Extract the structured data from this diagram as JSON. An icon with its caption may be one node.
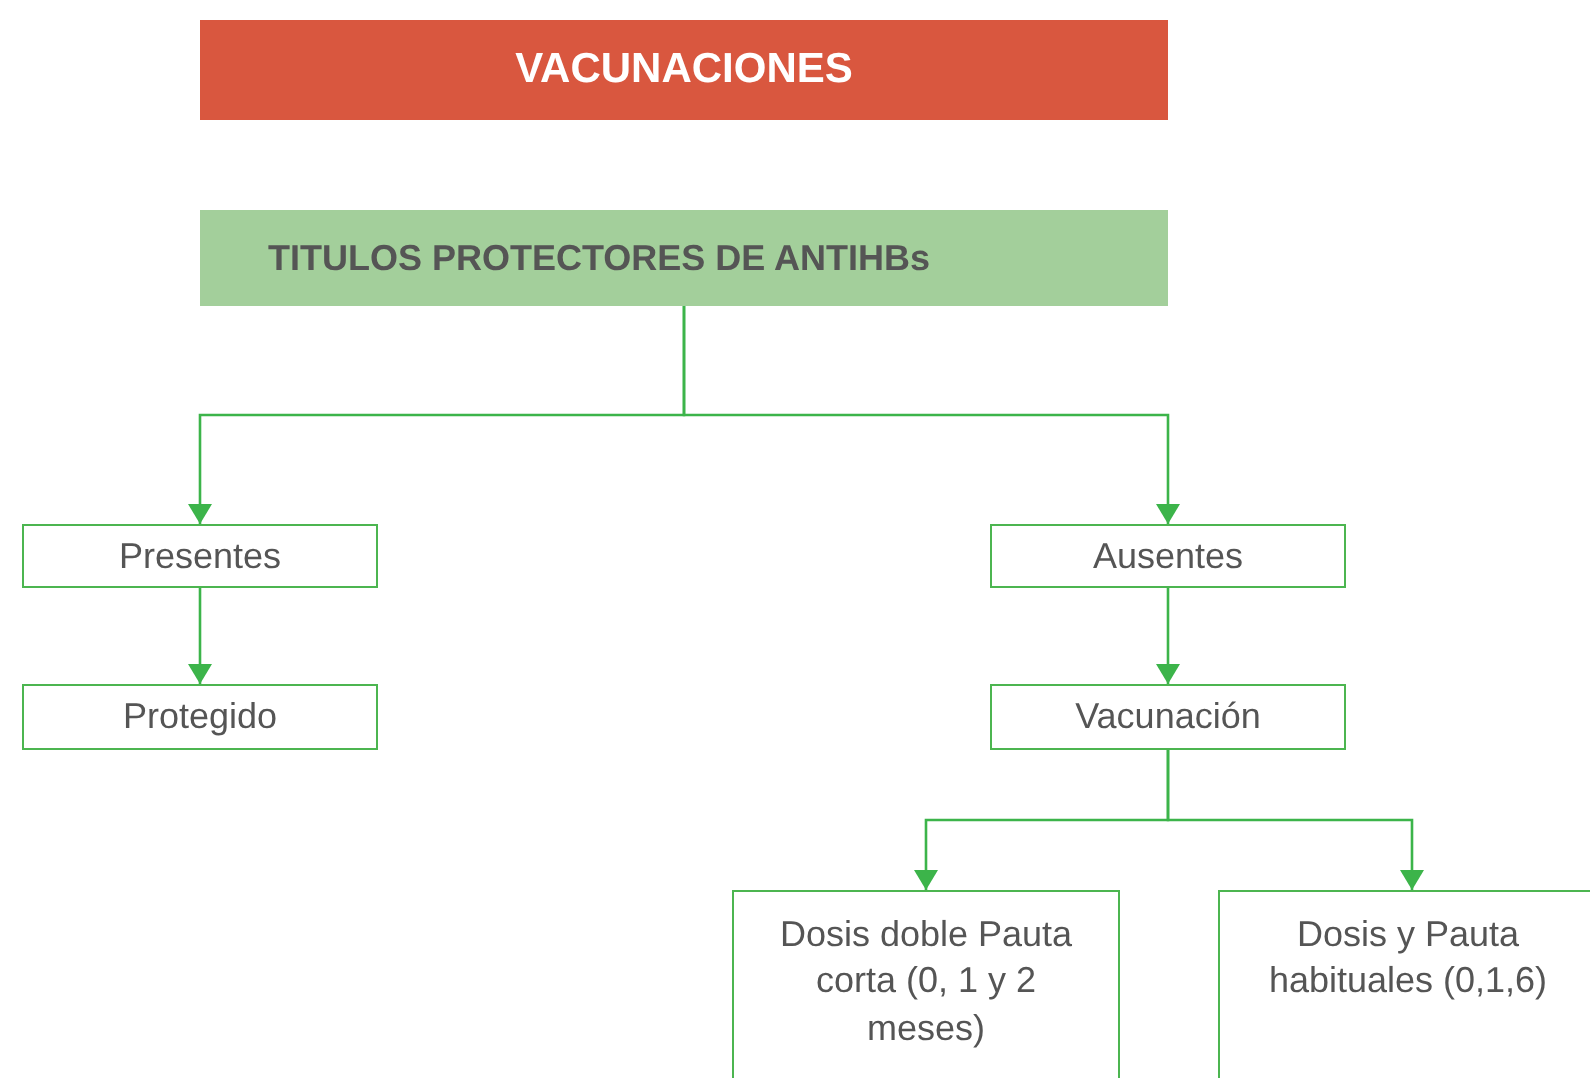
{
  "diagram": {
    "nodes": [
      {
        "text": [
          "VACUNACIONES"
        ]
      },
      {
        "text": [
          "TITULOS PROTECTORES DE ANTIHBs"
        ]
      },
      {
        "text": [
          "Presentes"
        ]
      },
      {
        "text": [
          "Protegido"
        ]
      },
      {
        "text": [
          "Ausentes"
        ]
      },
      {
        "text": [
          "Vacunación"
        ]
      },
      {
        "text": [
          "Dosis doble Pauta corta (0, 1 y 2 meses)"
        ]
      },
      {
        "text": [
          "Dosis y Pauta habituales (0,1,6)"
        ]
      }
    ],
    "edges": [
      {
        "from": 1,
        "to": 2,
        "arrow": "to"
      },
      {
        "from": 1,
        "to": 4,
        "arrow": "to"
      },
      {
        "from": 2,
        "to": 3,
        "arrow": "to"
      },
      {
        "from": 4,
        "to": 5,
        "arrow": "to"
      },
      {
        "from": 5,
        "to": 6,
        "arrow": "to"
      },
      {
        "from": 5,
        "to": 7,
        "arrow": "to"
      }
    ]
  }
}
